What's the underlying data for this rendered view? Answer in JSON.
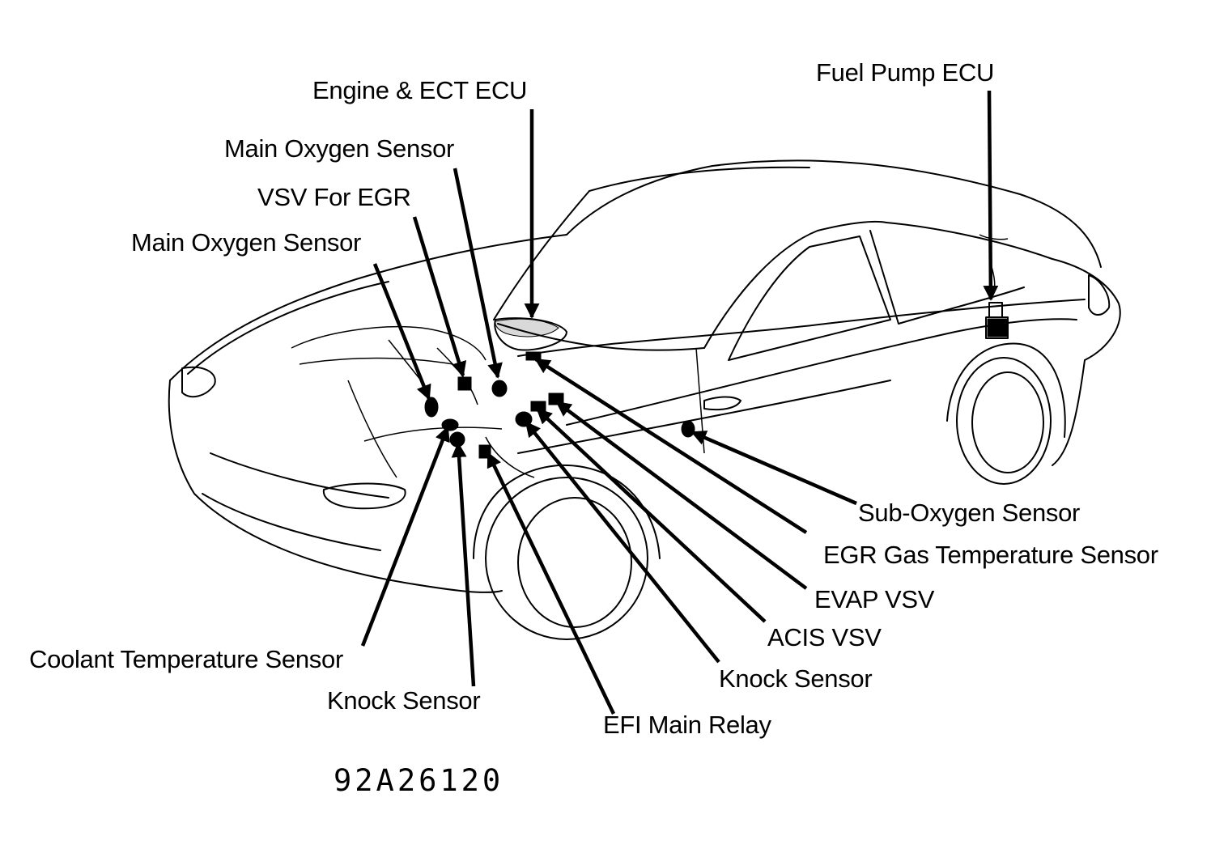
{
  "labels": {
    "engine_ect_ecu": "Engine & ECT ECU",
    "fuel_pump_ecu": "Fuel Pump ECU",
    "main_oxygen_sensor_upper": "Main Oxygen Sensor",
    "vsv_for_egr": "VSV For EGR",
    "main_oxygen_sensor_lower": "Main Oxygen Sensor",
    "sub_oxygen_sensor": "Sub-Oxygen Sensor",
    "egr_gas_temperature_sensor": "EGR Gas Temperature Sensor",
    "evap_vsv": "EVAP VSV",
    "acis_vsv": "ACIS VSV",
    "knock_sensor_right": "Knock Sensor",
    "efi_main_relay": "EFI Main Relay",
    "knock_sensor_left": "Knock Sensor",
    "coolant_temperature_sensor": "Coolant Temperature Sensor"
  },
  "figure_code": "92A26120"
}
